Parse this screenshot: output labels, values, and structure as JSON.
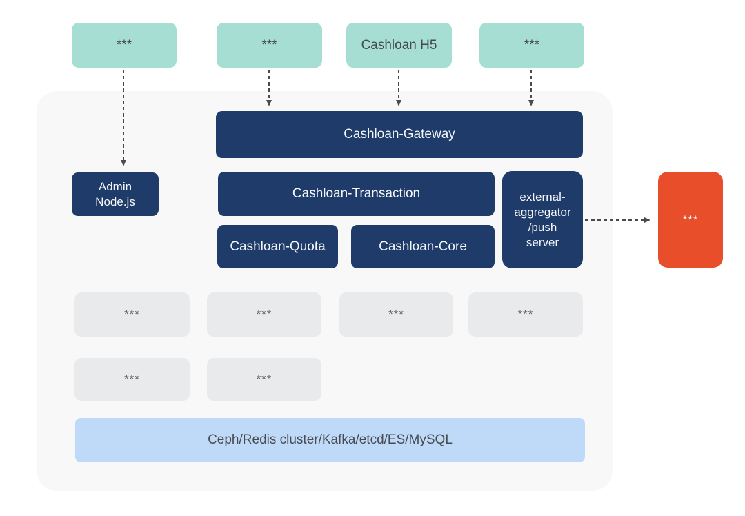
{
  "colors": {
    "teal": "#a7ded3",
    "navy": "#1e3b69",
    "orange": "#e94e2b",
    "gray-box": "#e9eaec",
    "container": "#f8f8f9",
    "storage-blue": "#bfd9f8",
    "arrow": "#4a4a4a",
    "text-dark": "#44494d",
    "text-light": "#f5f7f9"
  },
  "top_nodes": [
    "***",
    "***",
    "Cashloan H5",
    "***"
  ],
  "cluster": {
    "gateway": "Cashloan-Gateway",
    "admin": "Admin\nNode.js",
    "transaction": "Cashloan-Transaction",
    "quota": "Cashloan-Quota",
    "core": "Cashloan-Core",
    "external": "external-\naggregator\n/push\nserver"
  },
  "backend_nodes_row1": [
    "***",
    "***",
    "***",
    "***"
  ],
  "backend_nodes_row2": [
    "***",
    "***"
  ],
  "storage_bar": "Ceph/Redis cluster/Kafka/etcd/ES/MySQL",
  "external_target": "***"
}
